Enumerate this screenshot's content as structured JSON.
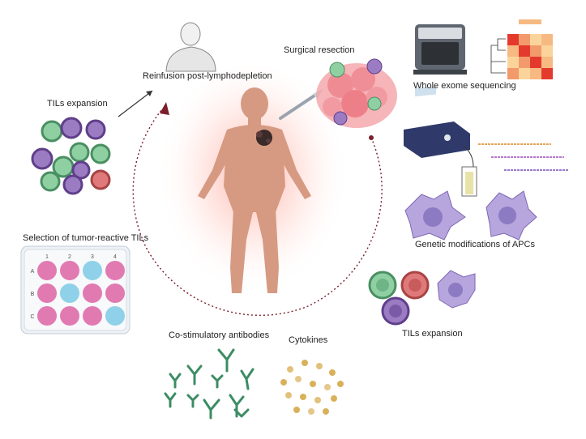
{
  "labels": {
    "reinfusion": "Reinfusion post-lymphodepletion",
    "surgical_resection": "Surgical resection",
    "whole_exome": "Whole exome sequencing",
    "tils_expansion_left": "TILs expansion",
    "genetic_mods": "Genetic modifications of APCs",
    "selection": "Selection of tumor-reactive TILs",
    "tils_expansion_right": "TILs expansion",
    "costim": "Co-stimulatory antibodies",
    "cytokines": "Cytokines"
  },
  "plate": {
    "columns": [
      "1",
      "2",
      "3",
      "4"
    ],
    "rows": [
      "A",
      "B",
      "C"
    ]
  },
  "icons": [
    "person-icon",
    "body-icon",
    "sequencer-icon",
    "heatmap-icon",
    "electroporator-icon",
    "t-cell-icon",
    "apc-icon",
    "antibody-icon",
    "cytokine-icon",
    "tumor-icon",
    "scalpel-icon"
  ],
  "colors": {
    "cell_green": "#8fd0a3",
    "cell_purple": "#9b7cc2",
    "cell_red": "#e07a7a",
    "well_pink": "#e27ab2",
    "well_blue": "#8fd1e8",
    "body": "#d69a82",
    "cycle": "#7a1f2b",
    "antibody": "#3c8c64",
    "cytokine": "#d9b15a"
  }
}
